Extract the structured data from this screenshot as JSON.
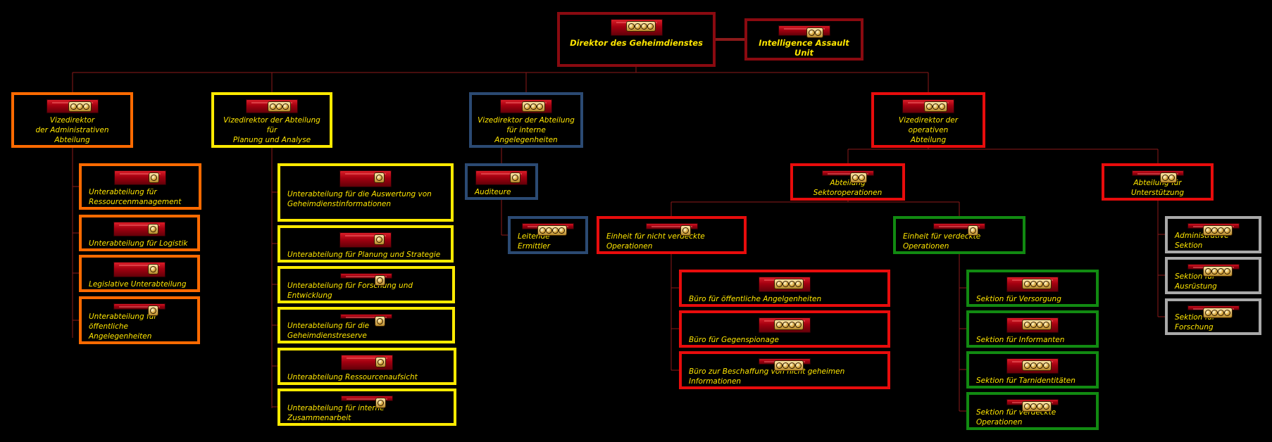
{
  "diagram": {
    "colors": {
      "lines": "#8b1a1a",
      "text": "#ffe600",
      "dark_red": "#8a0a10",
      "orange": "#ff6a00",
      "yellow": "#ffea00",
      "navy": "#2b4a73",
      "red": "#e80c0c",
      "green": "#118a11",
      "grey": "#a9a9a9"
    },
    "director": {
      "label": "Direktor des Geheimdienstes",
      "rank": 4,
      "color": "dark_red"
    },
    "assault": {
      "label": "Intelligence Assault Unit",
      "rank": 2,
      "color": "dark_red"
    },
    "admin": {
      "head": {
        "label": "Vizedirektor\nder Administrativen Abteilung",
        "rank": 3
      },
      "units": [
        {
          "label": "Unterabteilung für\nRessourcenmanagement",
          "rank": 1
        },
        {
          "label": "Unterabteilung für Logistik",
          "rank": 1
        },
        {
          "label": "Legislative Unterabteilung",
          "rank": 1
        },
        {
          "label": "Unterabteilung für öffentliche\nAngelegenheiten",
          "rank": 1
        }
      ]
    },
    "planning": {
      "head": {
        "label": "Vizedirektor der Abteilung für\nPlanung und Analyse",
        "rank": 3
      },
      "units": [
        {
          "label": "Unterabteilung für die Auswertung von\nGeheimdienstinformationen",
          "rank": 1
        },
        {
          "label": "Unterabteilung für Planung und Strategie",
          "rank": 1
        },
        {
          "label": "Unterabteilung für Forschung und Entwicklung",
          "rank": 1
        },
        {
          "label": "Unterabteilung für die Geheimdienstreserve",
          "rank": 1
        },
        {
          "label": "Unterabteilung Ressourcenaufsicht",
          "rank": 1
        },
        {
          "label": "Unterabteilung für interne Zusammenarbeit",
          "rank": 1
        }
      ]
    },
    "internal": {
      "head": {
        "label": "Vizedirektor der Abteilung\nfür interne Angelegenheiten",
        "rank": 3
      },
      "auditors": {
        "label": "Auditeure",
        "rank": 1
      },
      "investigators": {
        "label": "Leitende Ermittler",
        "rank": 4
      }
    },
    "operations": {
      "head": {
        "label": "Vizedirektor der operativen\nAbteilung",
        "rank": 3
      },
      "sector": {
        "label": "Abteilung Sektoroperationen",
        "rank": 2
      },
      "support": {
        "label": "Abteilung für Unterstützung",
        "rank": 2
      },
      "overt": {
        "label": "Einheit für nicht verdeckte Operationen",
        "rank": 1,
        "offices": [
          {
            "label": "Büro für öffentliche Angelgenheiten",
            "rank": 4
          },
          {
            "label": "Büro für Gegenspionage",
            "rank": 4
          },
          {
            "label": "Büro zur Beschaffung von nicht geheimen Informationen",
            "rank": 4
          }
        ]
      },
      "covert": {
        "label": "Einheit für  verdeckte Operationen",
        "rank": 1,
        "sections": [
          {
            "label": "Sektion für Versorgung",
            "rank": 4
          },
          {
            "label": "Sektion für Informanten",
            "rank": 4
          },
          {
            "label": "Sektion für Tarnidentitäten",
            "rank": 4
          },
          {
            "label": "Sektion für verdeckte Operationen",
            "rank": 4
          }
        ]
      },
      "support_sections": [
        {
          "label": "Administrative Sektion",
          "rank": 4
        },
        {
          "label": "Sektion für Ausrüstung",
          "rank": 4
        },
        {
          "label": "Sektion für Forschung",
          "rank": 4
        }
      ]
    }
  }
}
